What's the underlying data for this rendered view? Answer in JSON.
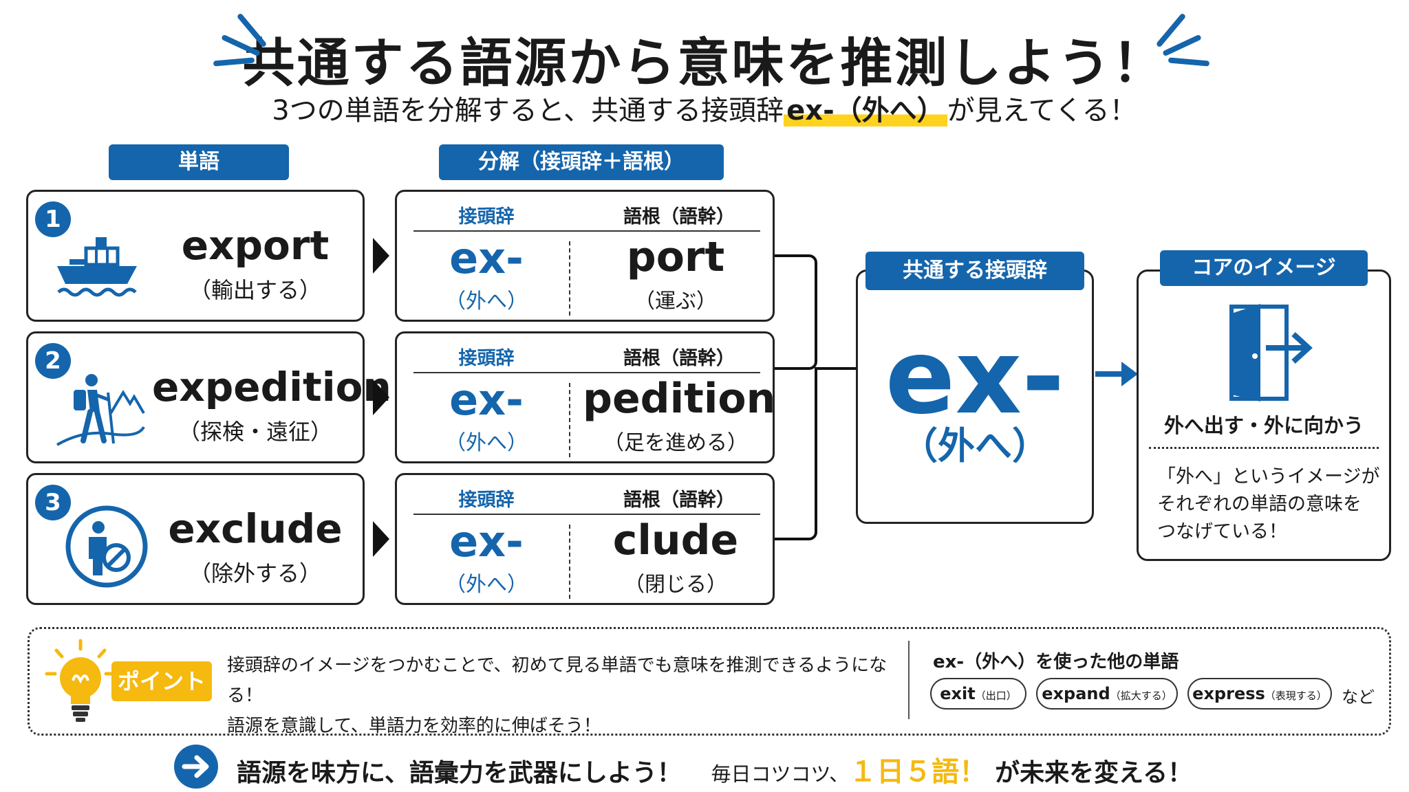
{
  "title": "共通する語源から意味を推測しよう！",
  "subtitle": {
    "before": "3つの単語を分解すると、共通する接頭辞",
    "highlight": "ex-（外へ）",
    "after": "が見えてくる！"
  },
  "headers": {
    "word": "単語",
    "decompose": "分解（接頭辞＋語根）",
    "common": "共通する接頭辞",
    "core": "コアのイメージ"
  },
  "labels": {
    "prefix": "接頭辞",
    "root": "語根（語幹）"
  },
  "words": [
    {
      "num": "1",
      "word": "export",
      "meaning": "（輸出する）",
      "prefix": "ex-",
      "prefix_meaning": "（外へ）",
      "root": "port",
      "root_meaning": "（運ぶ）"
    },
    {
      "num": "2",
      "word": "expedition",
      "meaning": "（探検・遠征）",
      "prefix": "ex-",
      "prefix_meaning": "（外へ）",
      "root": "pedition",
      "root_meaning": "（足を進める）"
    },
    {
      "num": "3",
      "word": "exclude",
      "meaning": "（除外する）",
      "prefix": "ex-",
      "prefix_meaning": "（外へ）",
      "root": "clude",
      "root_meaning": "（閉じる）"
    }
  ],
  "common": {
    "prefix": "ex-",
    "meaning": "（外へ）"
  },
  "core": {
    "image_text": "外へ出す・外に向かう",
    "desc_lines": [
      "「外へ」というイメージが",
      "それぞれの単語の意味を",
      "つなげている！"
    ]
  },
  "point": {
    "badge": "ポイント",
    "lines": [
      "接頭辞のイメージをつかむことで、初めて見る単語でも意味を推測できるようになる！",
      "語源を意識して、単語力を効率的に伸ばそう！"
    ],
    "other_title": "ex-（外へ）を使った他の単語",
    "examples": [
      {
        "word": "exit",
        "meaning": "（出口）"
      },
      {
        "word": "expand",
        "meaning": "（拡大する）"
      },
      {
        "word": "express",
        "meaning": "（表現する）"
      }
    ],
    "etc": "など"
  },
  "footer": {
    "part1": "語源を味方に、語彙力を武器にしよう！",
    "part2": "毎日コツコツ、",
    "accent": "１日５語！",
    "part3": "が未来を変える！"
  },
  "colors": {
    "blue": "#1565ac",
    "yellow": "#f5b90f",
    "highlight": "#ffd21f"
  },
  "icons": [
    "ship-icon",
    "hiker-icon",
    "exclude-person-icon",
    "door-exit-icon",
    "lightbulb-icon",
    "arrow-right-circle-icon"
  ]
}
